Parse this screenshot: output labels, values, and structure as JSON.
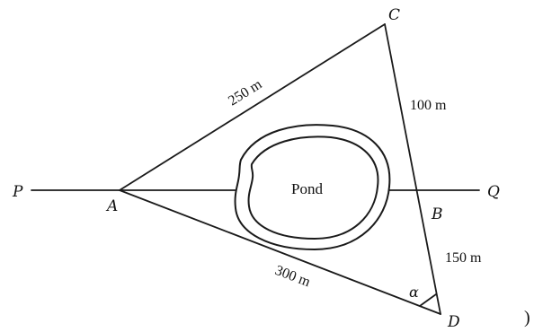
{
  "points": {
    "P": "P",
    "Q": "Q",
    "A": "A",
    "B": "B",
    "C": "C",
    "D": "D"
  },
  "lengths": {
    "AC": "250 m",
    "CB": "100 m",
    "BD": "150 m",
    "AD": "300 m"
  },
  "pond_label": "Pond",
  "angle_label": "α",
  "stray_mark": ")"
}
